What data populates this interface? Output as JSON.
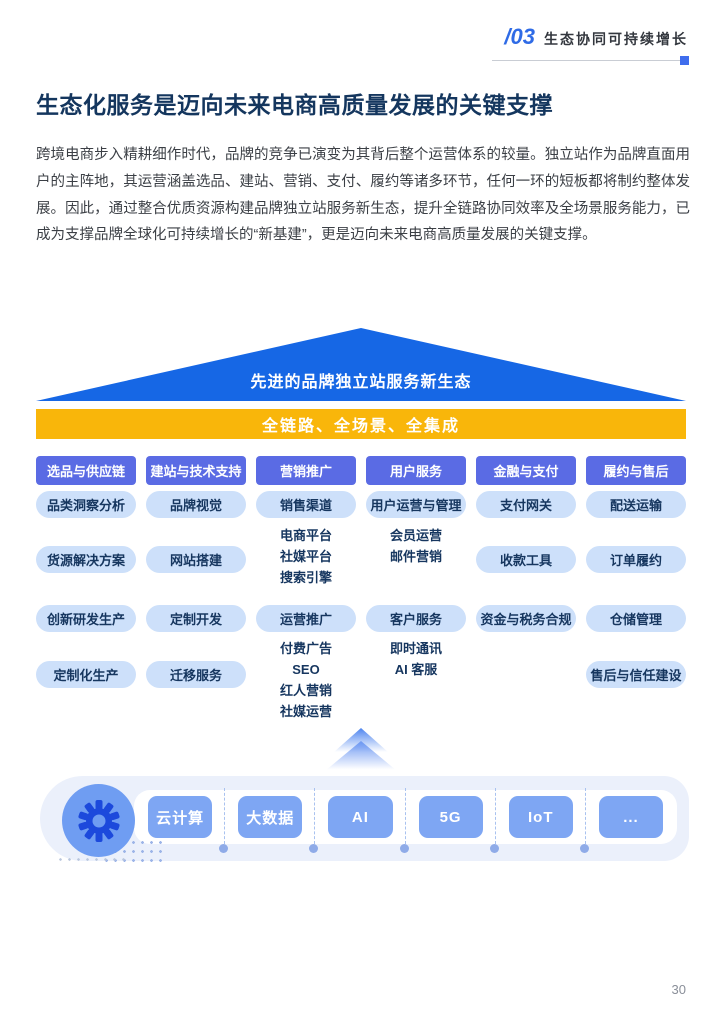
{
  "header": {
    "chapter": "/03",
    "title": "生态协同可持续增长"
  },
  "heading": "生态化服务是迈向未来电商高质量发展的关键支撑",
  "body": "跨境电商步入精耕细作时代，品牌的竞争已演变为其背后整个运营体系的较量。独立站作为品牌直面用户的主阵地，其运营涵盖选品、建站、营销、支付、履约等诸多环节，任何一环的短板都将制约整体发展。因此，通过整合优质资源构建品牌独立站服务新生态，提升全链路协同效率及全场景服务能力，已成为支撑品牌全球化可持续增长的“新基建”，更是迈向未来电商高质量发展的关键支撑。",
  "diagram": {
    "roof": "先进的品牌独立站服务新生态",
    "banner": "全链路、全场景、全集成",
    "columns": [
      {
        "header": "选品与供应链",
        "pills": [
          "品类洞察分析",
          "货源解决方案",
          "创新研发生产",
          "定制化生产"
        ],
        "groups": []
      },
      {
        "header": "建站与技术支持",
        "pills": [
          "品牌视觉",
          "网站搭建",
          "定制开发",
          "迁移服务"
        ],
        "groups": []
      },
      {
        "header": "营销推广",
        "pills": [
          "销售渠道",
          "运营推广"
        ],
        "groups": [
          [
            "电商平台",
            "社媒平台",
            "搜索引擎"
          ],
          [
            "付费广告",
            "SEO",
            "红人营销",
            "社媒运营"
          ]
        ]
      },
      {
        "header": "用户服务",
        "pills": [
          "用户运营与管理",
          "客户服务"
        ],
        "groups": [
          [
            "会员运营",
            "邮件营销"
          ],
          [
            "即时通讯",
            "AI 客服"
          ]
        ]
      },
      {
        "header": "金融与支付",
        "pills": [
          "支付网关",
          "收款工具",
          "资金与税务合规"
        ],
        "groups": []
      },
      {
        "header": "履约与售后",
        "pills": [
          "配送运输",
          "订单履约",
          "仓储管理",
          "售后与信任建设"
        ],
        "groups": []
      }
    ],
    "tech": [
      "云计算",
      "大数据",
      "AI",
      "5G",
      "IoT",
      "..."
    ]
  },
  "page": {
    "number": "30"
  },
  "colors": {
    "primary_blue": "#1667e5",
    "banner_yellow": "#f9b60a",
    "header_indigo": "#5a6be4",
    "pill_light_blue": "#cde0fa",
    "navy_text": "#16365f",
    "tech_pill_blue": "#7ea6f3",
    "tech_bar_bg": "#ebf0fb",
    "accent_blue": "#2f6be6"
  }
}
